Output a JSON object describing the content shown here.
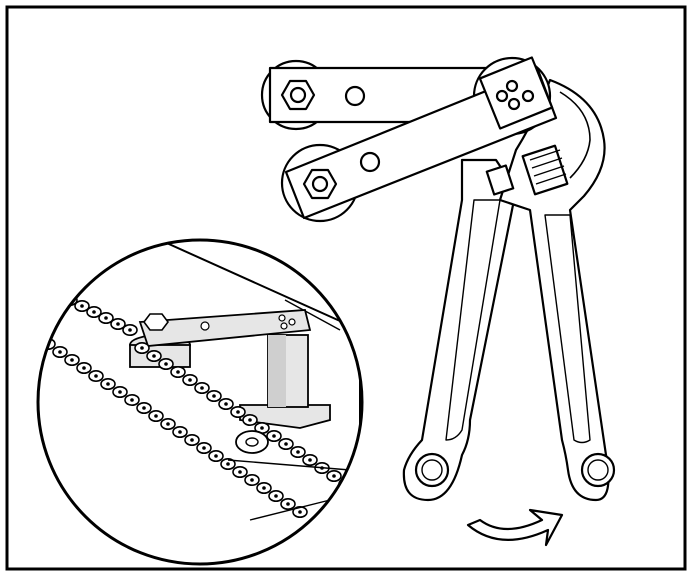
{
  "figure": {
    "kind": "assembly-instruction-illustration",
    "text": [],
    "colors": {
      "ink": "#000000",
      "paper": "#ffffff",
      "part_fill": "#e6e6e6",
      "part_shade": "#cfcfcf"
    },
    "components": [
      "frame-border",
      "tensioner-bracket",
      "adjustable-wrench",
      "rotate-arrow-icon",
      "chain-detail-inset"
    ]
  }
}
